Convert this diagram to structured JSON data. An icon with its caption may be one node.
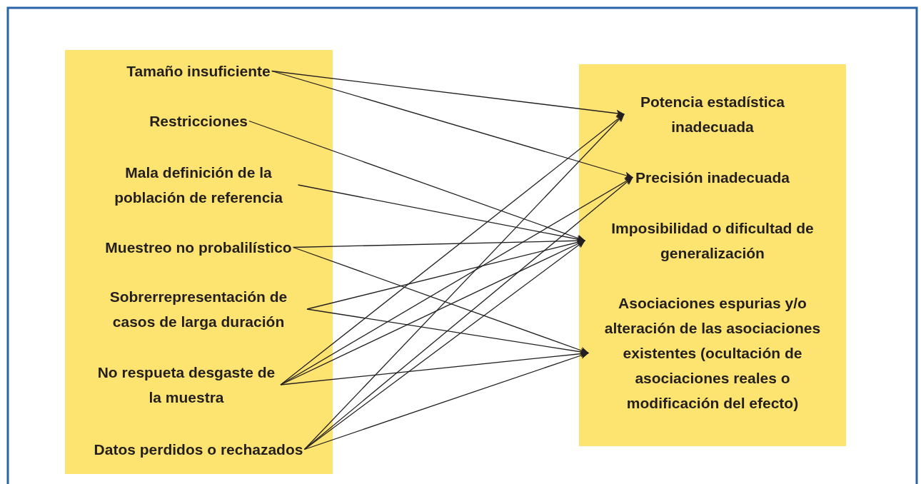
{
  "diagram": {
    "nodes": [
      {
        "text": [],
        "shape": "box"
      },
      {
        "text": [
          "Tamaño insuficiente"
        ],
        "in": 0
      },
      {
        "text": [
          "Restricciones"
        ],
        "in": 0
      },
      {
        "text": [
          "Mala definición de la población de referencia"
        ],
        "in": 0
      },
      {
        "text": [
          "Muestreo no probalilístico"
        ],
        "in": 0
      },
      {
        "text": [
          "Sobrerrepresentación de casos de larga duración"
        ],
        "in": 0
      },
      {
        "text": [
          "No respueta  desgaste de la muestra"
        ],
        "in": 0
      },
      {
        "text": [
          "Datos perdidos o rechazados"
        ],
        "in": 0
      },
      {
        "text": [],
        "shape": "box"
      },
      {
        "text": [
          "Potencia estadística inadecuada"
        ],
        "in": 8
      },
      {
        "text": [
          "Precisión inadecuada"
        ],
        "in": 8
      },
      {
        "text": [
          "Imposibilidad o dificultad de generalización"
        ],
        "in": 8
      },
      {
        "text": [
          "Asociaciones espurias y/o alteración de las asociaciones existentes (ocultación de asociaciones reales o modificación del efecto)"
        ],
        "in": 8
      }
    ],
    "edges": [
      {
        "from": 1,
        "to": 9,
        "arrow": "to"
      },
      {
        "from": 1,
        "to": 10,
        "arrow": "to"
      },
      {
        "from": 2,
        "to": 11,
        "arrow": "to"
      },
      {
        "from": 3,
        "to": 11,
        "arrow": "to"
      },
      {
        "from": 4,
        "to": 11,
        "arrow": "to"
      },
      {
        "from": 4,
        "to": 12,
        "arrow": "to"
      },
      {
        "from": 5,
        "to": 11,
        "arrow": "to"
      },
      {
        "from": 5,
        "to": 12,
        "arrow": "to"
      },
      {
        "from": 6,
        "to": 9,
        "arrow": "to"
      },
      {
        "from": 6,
        "to": 10,
        "arrow": "to"
      },
      {
        "from": 6,
        "to": 11,
        "arrow": "to"
      },
      {
        "from": 6,
        "to": 12,
        "arrow": "to"
      },
      {
        "from": 7,
        "to": 9,
        "arrow": "to"
      },
      {
        "from": 7,
        "to": 10,
        "arrow": "to"
      },
      {
        "from": 7,
        "to": 11,
        "arrow": "to"
      },
      {
        "from": 7,
        "to": 12,
        "arrow": "to"
      }
    ]
  }
}
